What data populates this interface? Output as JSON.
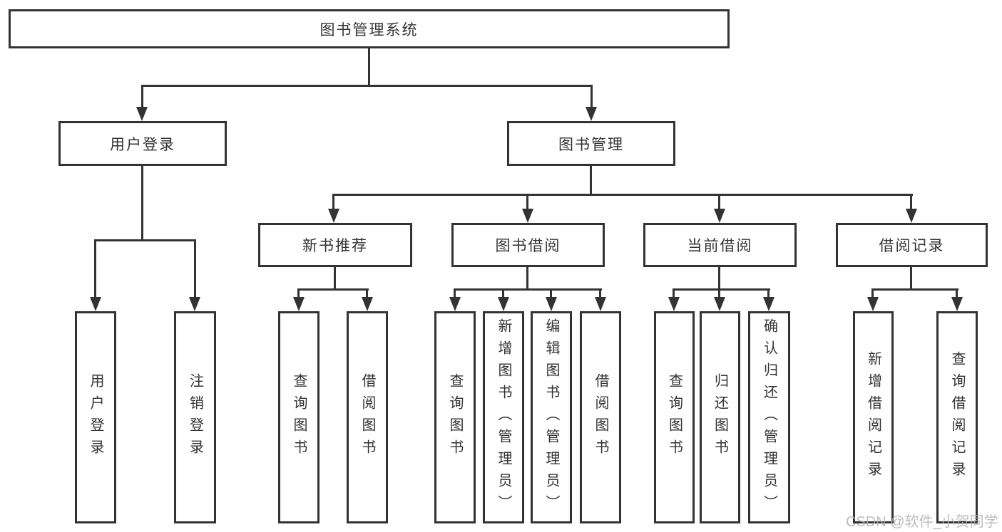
{
  "colors": {
    "line": "#333333",
    "text": "#333333",
    "bg": "#ffffff",
    "wm": "#b2b2b2"
  },
  "icons": {
    "connector_arrow": "▼ filled down-arrowhead on connector lines"
  },
  "tree": {
    "root": {
      "label": "图书管理系统",
      "children": [
        {
          "label": "用户登录",
          "children": [
            {
              "label": "用户登录"
            },
            {
              "label": "注销登录"
            }
          ]
        },
        {
          "label": "图书管理",
          "children": [
            {
              "label": "新书推荐",
              "children": [
                {
                  "label": "查询图书"
                },
                {
                  "label": "借阅图书"
                }
              ]
            },
            {
              "label": "图书借阅",
              "children": [
                {
                  "label": "查询图书"
                },
                {
                  "label": "新增图书（管理员）"
                },
                {
                  "label": "编辑图书（管理员）"
                },
                {
                  "label": "借阅图书"
                }
              ]
            },
            {
              "label": "当前借阅",
              "children": [
                {
                  "label": "查询图书"
                },
                {
                  "label": "归还图书"
                },
                {
                  "label": "确认归还（管理员）"
                }
              ]
            },
            {
              "label": "借阅记录",
              "children": [
                {
                  "label": "新增借阅记录"
                },
                {
                  "label": "查询借阅记录"
                }
              ]
            }
          ]
        }
      ]
    }
  },
  "watermark": {
    "text": "CSDN @软件_小贺同学"
  }
}
